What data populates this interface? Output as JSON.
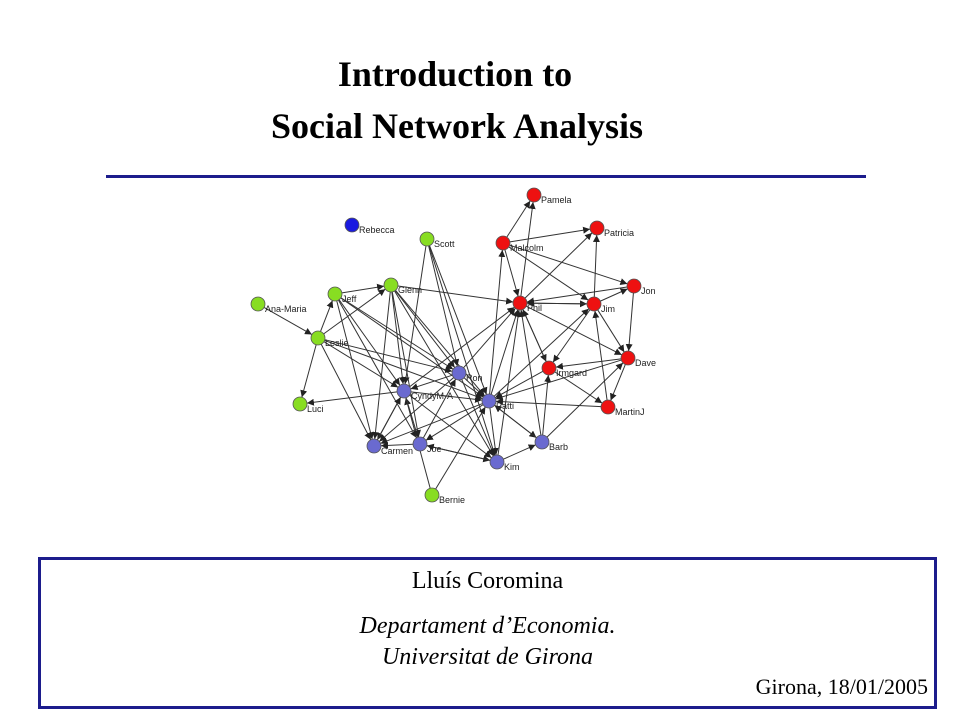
{
  "slide": {
    "title_line1": "Introduction to",
    "title_line2": "Social Network Analysis",
    "author": "Lluís Coromina",
    "department": "Departament d’Economia.",
    "university": "Universitat de Girona",
    "place_date": "Girona, 18/01/2005"
  },
  "colors": {
    "accent": "#1c1c8c",
    "green_group": "#88dd22",
    "red_group": "#ee1111",
    "blue_group": "#6a6ad0",
    "isolate": "#1a1ae0"
  },
  "network": {
    "nodes": [
      {
        "id": "rebecca",
        "label": "Rebecca",
        "group": "isolate"
      },
      {
        "id": "scott",
        "label": "Scott",
        "group": "green"
      },
      {
        "id": "ana_maria",
        "label": "Ana-Maria",
        "group": "green"
      },
      {
        "id": "jeff",
        "label": "Jeff",
        "group": "green"
      },
      {
        "id": "glenn",
        "label": "Glenn",
        "group": "green"
      },
      {
        "id": "leslie",
        "label": "Leslie",
        "group": "green"
      },
      {
        "id": "luci",
        "label": "Luci",
        "group": "green"
      },
      {
        "id": "bernie",
        "label": "Bernie",
        "group": "green"
      },
      {
        "id": "pamela",
        "label": "Pamela",
        "group": "red"
      },
      {
        "id": "patricia",
        "label": "Patricia",
        "group": "red"
      },
      {
        "id": "malcolm",
        "label": "Malcolm",
        "group": "red"
      },
      {
        "id": "jon",
        "label": "Jon",
        "group": "red"
      },
      {
        "id": "phil",
        "label": "Phil",
        "group": "red"
      },
      {
        "id": "jim",
        "label": "Jim",
        "group": "red"
      },
      {
        "id": "dave",
        "label": "Dave",
        "group": "red"
      },
      {
        "id": "irmgard",
        "label": "Irmgard",
        "group": "red"
      },
      {
        "id": "martinj",
        "label": "MartinJ",
        "group": "red"
      },
      {
        "id": "ron",
        "label": "Ron",
        "group": "blue"
      },
      {
        "id": "cyndy",
        "label": "CyndyM-A",
        "group": "blue"
      },
      {
        "id": "patti",
        "label": "Patti",
        "group": "blue"
      },
      {
        "id": "carmen",
        "label": "Carmen",
        "group": "blue"
      },
      {
        "id": "joe",
        "label": "Joe",
        "group": "blue"
      },
      {
        "id": "kim",
        "label": "Kim",
        "group": "blue"
      },
      {
        "id": "barb",
        "label": "Barb",
        "group": "blue"
      }
    ],
    "edges": [
      [
        "malcolm",
        "pamela"
      ],
      [
        "malcolm",
        "patricia"
      ],
      [
        "malcolm",
        "jon"
      ],
      [
        "malcolm",
        "phil"
      ],
      [
        "malcolm",
        "jim"
      ],
      [
        "phil",
        "pamela"
      ],
      [
        "phil",
        "patricia"
      ],
      [
        "phil",
        "jim"
      ],
      [
        "phil",
        "irmgard"
      ],
      [
        "phil",
        "dave"
      ],
      [
        "jim",
        "patricia"
      ],
      [
        "jim",
        "jon"
      ],
      [
        "jim",
        "dave"
      ],
      [
        "jim",
        "irmgard"
      ],
      [
        "jim",
        "phil"
      ],
      [
        "jon",
        "phil"
      ],
      [
        "jon",
        "dave"
      ],
      [
        "dave",
        "irmgard"
      ],
      [
        "dave",
        "martinj"
      ],
      [
        "irmgard",
        "martinj"
      ],
      [
        "irmgard",
        "phil"
      ],
      [
        "martinj",
        "jim"
      ],
      [
        "martinj",
        "patti"
      ],
      [
        "patti",
        "phil"
      ],
      [
        "patti",
        "jim"
      ],
      [
        "patti",
        "malcolm"
      ],
      [
        "ron",
        "phil"
      ],
      [
        "cyndy",
        "phil"
      ],
      [
        "barb",
        "phil"
      ],
      [
        "barb",
        "irmgard"
      ],
      [
        "barb",
        "dave"
      ],
      [
        "kim",
        "phil"
      ],
      [
        "irmgard",
        "patti"
      ],
      [
        "dave",
        "patti"
      ],
      [
        "glenn",
        "phil"
      ],
      [
        "glenn",
        "ron"
      ],
      [
        "glenn",
        "patti"
      ],
      [
        "glenn",
        "cyndy"
      ],
      [
        "glenn",
        "carmen"
      ],
      [
        "glenn",
        "joe"
      ],
      [
        "glenn",
        "kim"
      ],
      [
        "scott",
        "ron"
      ],
      [
        "scott",
        "patti"
      ],
      [
        "scott",
        "cyndy"
      ],
      [
        "scott",
        "kim"
      ],
      [
        "jeff",
        "glenn"
      ],
      [
        "jeff",
        "cyndy"
      ],
      [
        "jeff",
        "carmen"
      ],
      [
        "jeff",
        "joe"
      ],
      [
        "jeff",
        "patti"
      ],
      [
        "jeff",
        "ron"
      ],
      [
        "leslie",
        "luci"
      ],
      [
        "leslie",
        "jeff"
      ],
      [
        "leslie",
        "glenn"
      ],
      [
        "leslie",
        "carmen"
      ],
      [
        "leslie",
        "ron"
      ],
      [
        "leslie",
        "patti"
      ],
      [
        "leslie",
        "cyndy"
      ],
      [
        "ana_maria",
        "leslie"
      ],
      [
        "cyndy",
        "luci"
      ],
      [
        "bernie",
        "patti"
      ],
      [
        "bernie",
        "cyndy"
      ],
      [
        "ron",
        "cyndy"
      ],
      [
        "ron",
        "carmen"
      ],
      [
        "ron",
        "kim"
      ],
      [
        "ron",
        "patti"
      ],
      [
        "cyndy",
        "carmen"
      ],
      [
        "cyndy",
        "joe"
      ],
      [
        "cyndy",
        "patti"
      ],
      [
        "cyndy",
        "kim"
      ],
      [
        "patti",
        "joe"
      ],
      [
        "patti",
        "kim"
      ],
      [
        "patti",
        "barb"
      ],
      [
        "patti",
        "carmen"
      ],
      [
        "joe",
        "carmen"
      ],
      [
        "joe",
        "ron"
      ],
      [
        "joe",
        "kim"
      ],
      [
        "carmen",
        "cyndy"
      ],
      [
        "kim",
        "barb"
      ],
      [
        "barb",
        "patti"
      ],
      [
        "kim",
        "joe"
      ]
    ]
  }
}
